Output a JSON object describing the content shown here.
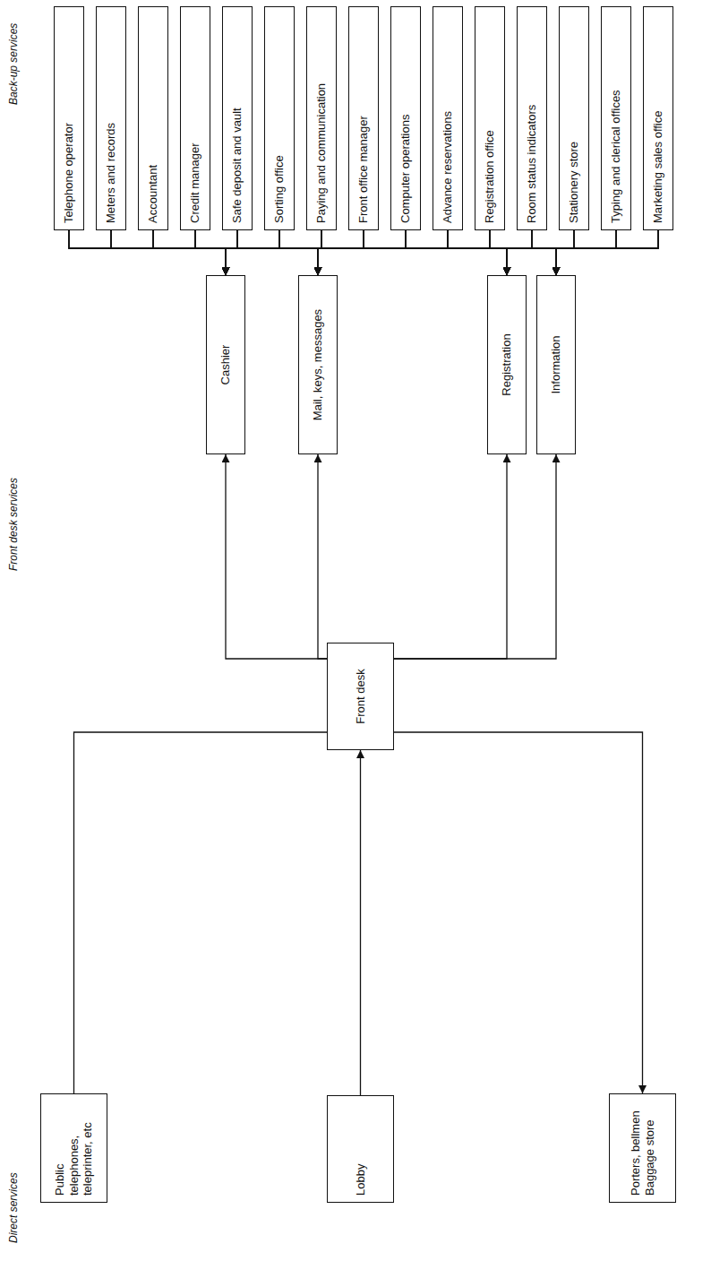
{
  "diagram": {
    "nodes": [
      {
        "text": [
          "Public telephones, teleprinter, etc"
        ]
      },
      {
        "text": [
          "Lobby"
        ]
      },
      {
        "text": [
          "Porters, bellmen Baggage store"
        ]
      },
      {
        "text": [
          "Front desk"
        ]
      },
      {
        "text": [
          "Cashier"
        ]
      },
      {
        "text": [
          "Mail, keys, messages"
        ]
      },
      {
        "text": [
          "Registration"
        ]
      },
      {
        "text": [
          "Information"
        ]
      },
      {
        "text": [
          "Telephone operator"
        ]
      },
      {
        "text": [
          "Meters and records"
        ]
      },
      {
        "text": [
          "Accountant"
        ]
      },
      {
        "text": [
          "Credit manager"
        ]
      },
      {
        "text": [
          "Safe deposit and vault"
        ]
      },
      {
        "text": [
          "Sorting office"
        ]
      },
      {
        "text": [
          "Paying and communication"
        ]
      },
      {
        "text": [
          "Front office manager"
        ]
      },
      {
        "text": [
          "Computer operations"
        ]
      },
      {
        "text": [
          "Advance reservations"
        ]
      },
      {
        "text": [
          "Registration office"
        ]
      },
      {
        "text": [
          "Room status indicators"
        ]
      },
      {
        "text": [
          "Stationery store"
        ]
      },
      {
        "text": [
          "Typing and clerical offices"
        ]
      },
      {
        "text": [
          "Marketing sales office"
        ]
      }
    ],
    "edges": [
      {
        "from": 0,
        "to": 3,
        "arrow": "none"
      },
      {
        "from": 1,
        "to": 3,
        "arrow": "to"
      },
      {
        "from": 3,
        "to": 2,
        "arrow": "to"
      },
      {
        "from": 3,
        "to": 4,
        "arrow": "to"
      },
      {
        "from": 3,
        "to": 5,
        "arrow": "to"
      },
      {
        "from": 3,
        "to": 6,
        "arrow": "to"
      },
      {
        "from": 3,
        "to": 7,
        "arrow": "to"
      },
      {
        "from": 8,
        "to": 4,
        "arrow": "to"
      },
      {
        "from": 8,
        "to": 5,
        "arrow": "to"
      },
      {
        "from": 8,
        "to": 6,
        "arrow": "to"
      },
      {
        "from": 8,
        "to": 7,
        "arrow": "to"
      },
      {
        "from": 9,
        "to": 4,
        "arrow": "to"
      },
      {
        "from": 9,
        "to": 5,
        "arrow": "to"
      },
      {
        "from": 9,
        "to": 6,
        "arrow": "to"
      },
      {
        "from": 9,
        "to": 7,
        "arrow": "to"
      },
      {
        "from": 10,
        "to": 4,
        "arrow": "to"
      },
      {
        "from": 10,
        "to": 5,
        "arrow": "to"
      },
      {
        "from": 10,
        "to": 6,
        "arrow": "to"
      },
      {
        "from": 10,
        "to": 7,
        "arrow": "to"
      },
      {
        "from": 11,
        "to": 4,
        "arrow": "to"
      },
      {
        "from": 11,
        "to": 5,
        "arrow": "to"
      },
      {
        "from": 11,
        "to": 6,
        "arrow": "to"
      },
      {
        "from": 11,
        "to": 7,
        "arrow": "to"
      },
      {
        "from": 12,
        "to": 4,
        "arrow": "to"
      },
      {
        "from": 12,
        "to": 5,
        "arrow": "to"
      },
      {
        "from": 12,
        "to": 6,
        "arrow": "to"
      },
      {
        "from": 12,
        "to": 7,
        "arrow": "to"
      },
      {
        "from": 13,
        "to": 4,
        "arrow": "to"
      },
      {
        "from": 13,
        "to": 5,
        "arrow": "to"
      },
      {
        "from": 13,
        "to": 6,
        "arrow": "to"
      },
      {
        "from": 13,
        "to": 7,
        "arrow": "to"
      },
      {
        "from": 14,
        "to": 4,
        "arrow": "to"
      },
      {
        "from": 14,
        "to": 5,
        "arrow": "to"
      },
      {
        "from": 14,
        "to": 6,
        "arrow": "to"
      },
      {
        "from": 14,
        "to": 7,
        "arrow": "to"
      },
      {
        "from": 15,
        "to": 4,
        "arrow": "to"
      },
      {
        "from": 15,
        "to": 5,
        "arrow": "to"
      },
      {
        "from": 15,
        "to": 6,
        "arrow": "to"
      },
      {
        "from": 15,
        "to": 7,
        "arrow": "to"
      },
      {
        "from": 16,
        "to": 4,
        "arrow": "to"
      },
      {
        "from": 16,
        "to": 5,
        "arrow": "to"
      },
      {
        "from": 16,
        "to": 6,
        "arrow": "to"
      },
      {
        "from": 16,
        "to": 7,
        "arrow": "to"
      },
      {
        "from": 17,
        "to": 4,
        "arrow": "to"
      },
      {
        "from": 17,
        "to": 5,
        "arrow": "to"
      },
      {
        "from": 17,
        "to": 6,
        "arrow": "to"
      },
      {
        "from": 17,
        "to": 7,
        "arrow": "to"
      },
      {
        "from": 18,
        "to": 4,
        "arrow": "to"
      },
      {
        "from": 18,
        "to": 5,
        "arrow": "to"
      },
      {
        "from": 18,
        "to": 6,
        "arrow": "to"
      },
      {
        "from": 18,
        "to": 7,
        "arrow": "to"
      },
      {
        "from": 19,
        "to": 4,
        "arrow": "to"
      },
      {
        "from": 19,
        "to": 5,
        "arrow": "to"
      },
      {
        "from": 19,
        "to": 6,
        "arrow": "to"
      },
      {
        "from": 19,
        "to": 7,
        "arrow": "to"
      },
      {
        "from": 20,
        "to": 4,
        "arrow": "to"
      },
      {
        "from": 20,
        "to": 5,
        "arrow": "to"
      },
      {
        "from": 20,
        "to": 6,
        "arrow": "to"
      },
      {
        "from": 20,
        "to": 7,
        "arrow": "to"
      },
      {
        "from": 21,
        "to": 4,
        "arrow": "to"
      },
      {
        "from": 21,
        "to": 5,
        "arrow": "to"
      },
      {
        "from": 21,
        "to": 6,
        "arrow": "to"
      },
      {
        "from": 21,
        "to": 7,
        "arrow": "to"
      },
      {
        "from": 22,
        "to": 4,
        "arrow": "to"
      },
      {
        "from": 22,
        "to": 5,
        "arrow": "to"
      },
      {
        "from": 22,
        "to": 6,
        "arrow": "to"
      },
      {
        "from": 22,
        "to": 7,
        "arrow": "to"
      }
    ],
    "labels": [
      "Direct services",
      "Front desk services",
      "Back-up services"
    ]
  }
}
